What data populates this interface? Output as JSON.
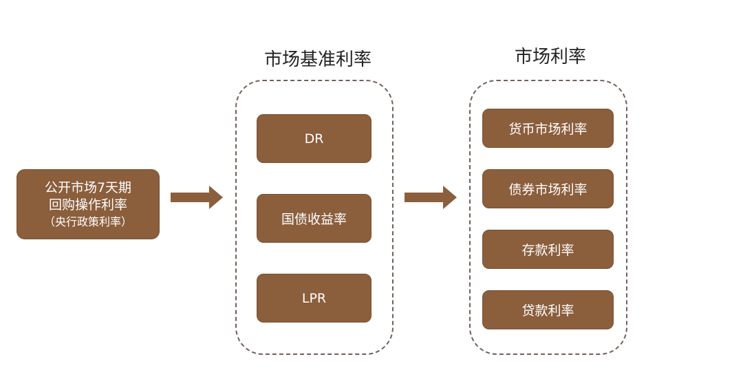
{
  "source": {
    "lines": [
      "公开市场7天期",
      "回购操作利率",
      "（央行政策利率）"
    ]
  },
  "benchmark_group": {
    "title": "市场基准利率",
    "items": [
      "DR",
      "国债收益率",
      "LPR"
    ]
  },
  "market_group": {
    "title": "市场利率",
    "items": [
      "货币市场利率",
      "债券市场利率",
      "存款利率",
      "贷款利率"
    ]
  },
  "colors": {
    "box_fill": "#8b5e3c",
    "box_text": "#ffffff",
    "frame_border": "#6e6058",
    "title_text": "#222222"
  }
}
